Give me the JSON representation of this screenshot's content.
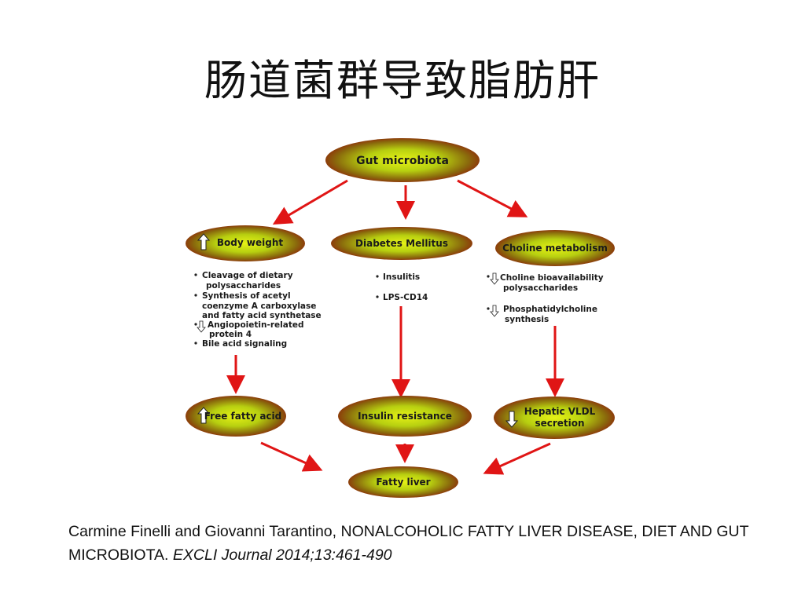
{
  "title": "肠道菌群导致脂肪肝",
  "diagram": {
    "nodes": {
      "gut": "Gut microbiota",
      "body_weight": "Body weight",
      "diabetes": "Diabetes Mellitus",
      "choline": "Choline metabolism",
      "ffa": "Free fatty acid",
      "insulin": "Insulin resistance",
      "vldl_line1": "Hepatic VLDL",
      "vldl_line2": "secretion",
      "fatty_liver": "Fatty liver"
    },
    "left_bullets": [
      "Cleavage of dietary",
      "polysaccharides",
      "Synthesis of acetyl",
      "coenzyme A carboxylase",
      "and fatty acid synthetase",
      "Angiopoietin-related",
      "protein 4",
      "Bile acid signaling"
    ],
    "middle_bullets": [
      "Insulitis",
      "LPS-CD14"
    ],
    "right_bullets": [
      "Choline bioavailability",
      "polysaccharides",
      "Phosphatidylcholine",
      "synthesis"
    ]
  },
  "citation": {
    "text": "Carmine Finelli and Giovanni Tarantino, NONALCOHOLIC FATTY LIVER DISEASE, DIET AND GUT MICROBIOTA. ",
    "journal": "EXCLI Journal 2014;13:461-490"
  }
}
